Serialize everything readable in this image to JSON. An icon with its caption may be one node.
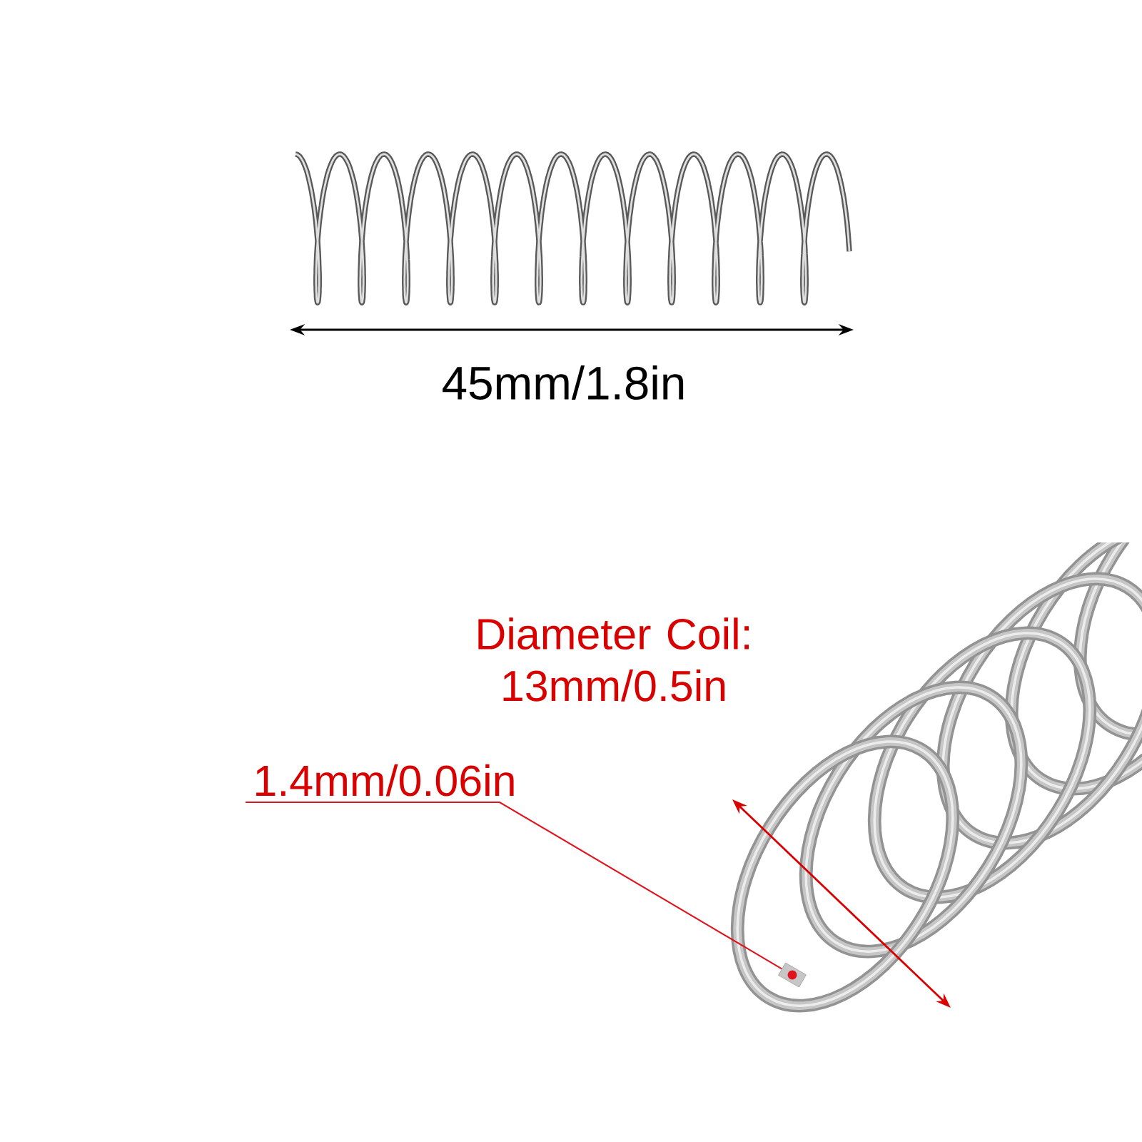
{
  "diagram": {
    "nodes": [
      {
        "text": [
          "1.4mm/0.06in"
        ]
      },
      {
        "text": [],
        "shape": "picture"
      }
    ],
    "edges": [
      {
        "from": 0,
        "to": 1,
        "arrow": "none",
        "color": "#e0141e"
      }
    ],
    "labels": [
      "45mm/1.8in",
      "Diameter Coil: 13mm/0.5in"
    ]
  }
}
